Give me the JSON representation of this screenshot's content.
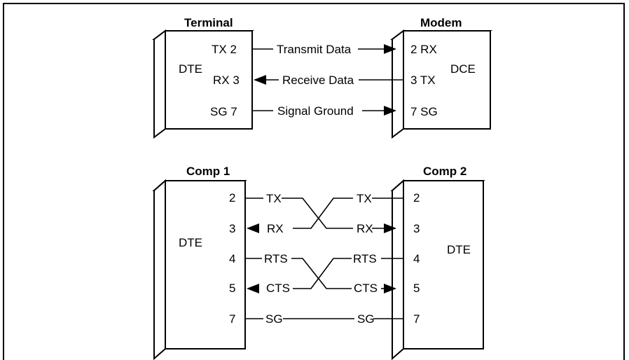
{
  "top": {
    "left_title": "Terminal",
    "right_title": "Modem",
    "left_device": "DTE",
    "right_device": "DCE",
    "left_pins": [
      "TX 2",
      "RX 3",
      "SG 7"
    ],
    "right_pins": [
      "2 RX",
      "3 TX",
      "7 SG"
    ],
    "signals": [
      "Transmit Data",
      "Receive Data",
      "Signal Ground"
    ]
  },
  "bottom": {
    "left_title": "Comp 1",
    "right_title": "Comp 2",
    "left_device": "DTE",
    "right_device": "DTE",
    "pins": [
      "2",
      "3",
      "4",
      "5",
      "7"
    ],
    "left_signals": [
      "TX",
      "RX",
      "RTS",
      "CTS",
      "SG"
    ],
    "right_signals": [
      "TX",
      "RX",
      "RTS",
      "CTS",
      "SG"
    ]
  }
}
